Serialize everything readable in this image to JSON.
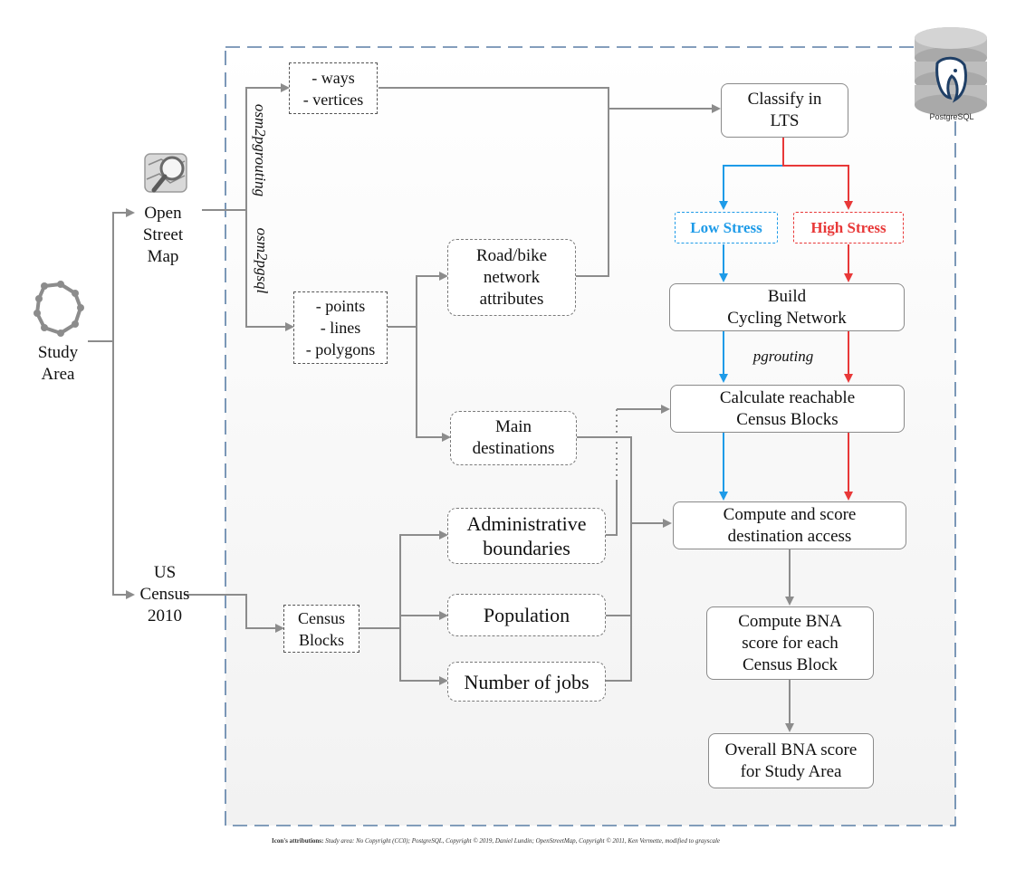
{
  "sources": {
    "study_area": [
      "Study",
      "Area"
    ],
    "open_street_map": [
      "Open",
      "Street",
      "Map"
    ],
    "us_census": [
      "US",
      "Census",
      "2010"
    ]
  },
  "tools": {
    "osm2pgrouting": "osm2pgrouting",
    "osm2pgsql": "osm2pgsql",
    "pgrouting": "pgrouting"
  },
  "boxes": {
    "ways_vertices": [
      "- ways",
      "- vertices"
    ],
    "points_lines_polygons": [
      "- points",
      "- lines",
      "- polygons"
    ],
    "road_bike": [
      "Road/bike",
      "network",
      "attributes"
    ],
    "main_destinations": [
      "Main",
      "destinations"
    ],
    "census_blocks": [
      "Census",
      "Blocks"
    ],
    "admin_boundaries": [
      "Administrative",
      "boundaries"
    ],
    "population": [
      "Population"
    ],
    "number_of_jobs": [
      "Number of jobs"
    ],
    "classify_lts": [
      "Classify in",
      "LTS"
    ],
    "low_stress": "Low Stress",
    "high_stress": "High Stress",
    "build_network": [
      "Build",
      "Cycling Network"
    ],
    "calc_reachable": [
      "Calculate reachable",
      "Census Blocks"
    ],
    "compute_score": [
      "Compute and score",
      "destination access"
    ],
    "compute_bna": [
      "Compute BNA",
      "score for each",
      "Census Block"
    ],
    "overall_bna": [
      "Overall BNA score",
      "for Study Area"
    ]
  },
  "logo": {
    "text": "PostgreSQL",
    "icon": "postgresql-elephant-icon"
  },
  "attribution": {
    "label": "Icon's attributions:",
    "text": "Study area: No Copyright (CC0); PostgreSQL, Copyright © 2019, Daniel Lundin; OpenStreetMap, Copyright © 2011, Ken Vermette, modified to grayscale"
  },
  "colors": {
    "low_stress": "#1e9be8",
    "high_stress": "#e83838",
    "frame": "#5b7fa6",
    "connector": "#8c8c8c"
  }
}
